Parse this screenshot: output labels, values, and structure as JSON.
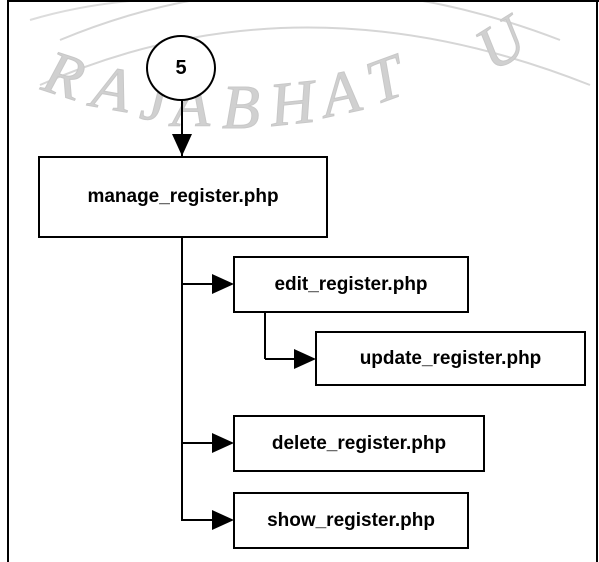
{
  "watermark": {
    "lines": [
      "RAJABHAT U"
    ],
    "color": "#cfcfcf"
  },
  "diagram": {
    "connector_label": "5",
    "nodes": {
      "manage": "manage_register.php",
      "edit": "edit_register.php",
      "update": "update_register.php",
      "delete": "delete_register.php",
      "show": "show_register.php"
    }
  },
  "colors": {
    "stroke": "#000000",
    "background": "#ffffff"
  }
}
